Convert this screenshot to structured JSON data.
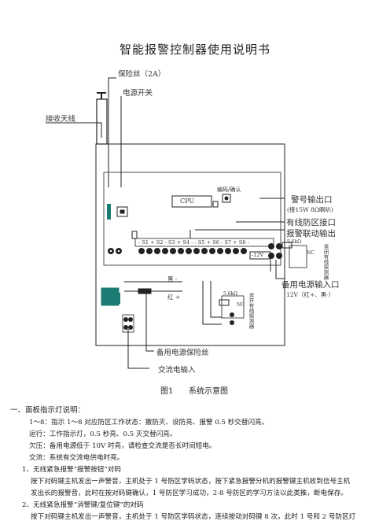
{
  "title": "智能报警控制器使用说明书",
  "diagram": {
    "labels": {
      "fuse": "保险丝（2A）",
      "power_switch": "电源开关",
      "antenna": "接收天线",
      "cpu": "CPU",
      "code_confirm": "编码/确认",
      "alarm_output": "警号输出口",
      "alarm_output_sub": "(接15W 8Ω喇叭)",
      "wired_zone": "有线防区接口",
      "linkage_output": "报警联动输出",
      "terminals": "- S1 + S2 - S3 + S4 - - S5 + S6 - S7 + S8 -",
      "v12": "-12V",
      "resistor_a": "5.6kΩ",
      "resistor_b": "5.6kΩ",
      "nc_label": "NC",
      "wired_detector_nc": "常闭有线探测器",
      "wired_detector_no": "常开有线探测器",
      "black_minus": "黑 -",
      "red_plus": "红 +",
      "backup_input": "备用电源输入口",
      "backup_input_sub": "12V（红+、黑-）",
      "backup_fuse": "备用电源保险丝",
      "ac_input": "交流电输入"
    },
    "caption_fig": "图1",
    "caption_text": "系统示意图"
  },
  "section_heading": "一、面板指示灯说明：",
  "lines": [
    "1～8：指示 1～8 对应防区工作状态：撤防灭、设防亮、报警 0.5 秒交替闪亮。",
    "运行：工作指示灯，0.5 秒亮、0.5 灭交替闪亮。",
    "欠压：备用电源低于 10V 时亮，请检查交流是否长时间短电。",
    "交流：系统有交流电供电时亮。"
  ],
  "item1_title": "1、无线紧急报警“报警按钮”对码",
  "item1_body_1": "按下对码键主机发出一声警音，主机处于 1 号防区学码状态，按下紧急报警分机的报警键主机收到信号主机",
  "item1_body_2": "发出长的报警音，此时在按对码键确认，1 号防区学习成功，2-8 号防区的学习方法以此类推，断电保存。",
  "item2_title": "2、无线紧急报警“消警键/复位键”的对码",
  "item2_body_1": "按下对码键主机发出一声警音，主机处于 1 号防区学码状态，连续按动对码键 8 次，此时 1 号和 2 号防区灯"
}
